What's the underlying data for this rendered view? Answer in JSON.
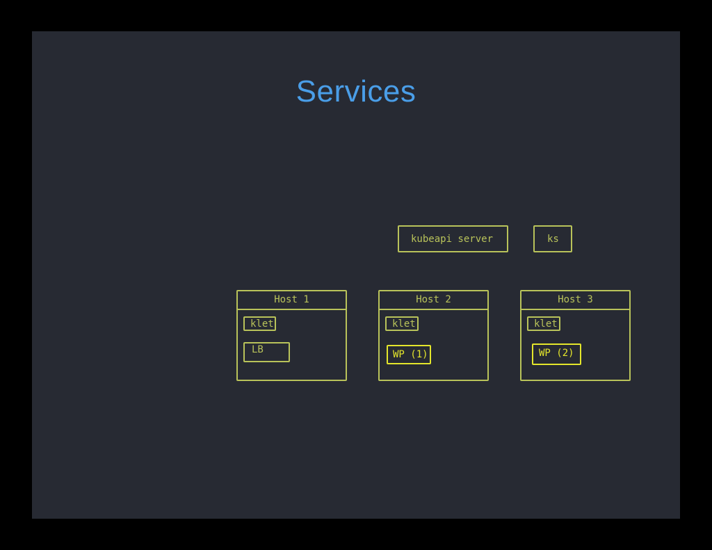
{
  "slide": {
    "title": "Services"
  },
  "diagram": {
    "control_plane": {
      "api_server": "kubeapi server",
      "ks": "ks"
    },
    "hosts": [
      {
        "name": "Host 1",
        "kubelet": "klet",
        "workload": "LB"
      },
      {
        "name": "Host 2",
        "kubelet": "klet",
        "workload": "WP (1)"
      },
      {
        "name": "Host 3",
        "kubelet": "klet",
        "workload": "WP (2)"
      }
    ]
  },
  "colors": {
    "background": "#000000",
    "slide": "#272a33",
    "title": "#4a9ee8",
    "stroke": "#b9c35a",
    "highlight": "#e4e62b"
  }
}
